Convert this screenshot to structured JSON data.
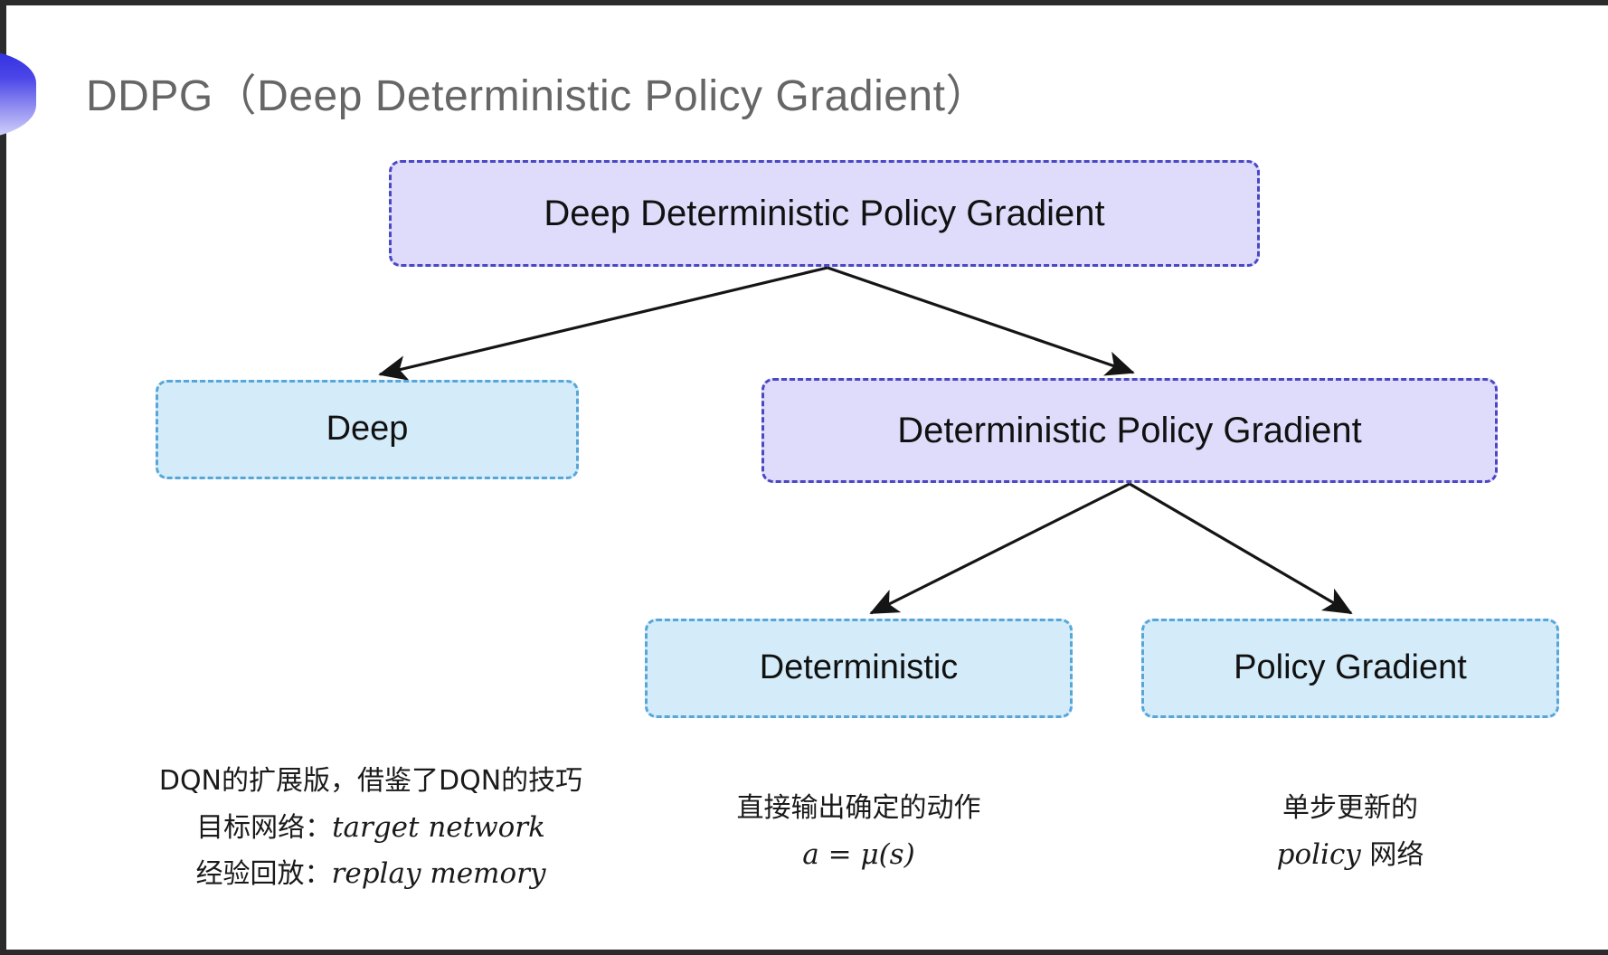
{
  "slide": {
    "title": "DDPG（Deep Deterministic Policy Gradient）",
    "bullet_icon": "half-circle-gradient-icon",
    "background_color": "#ffffff",
    "accent_color": "#4b47c4",
    "title_color": "#666666"
  },
  "diagram": {
    "type": "tree",
    "nodes": [
      {
        "id": "root",
        "label": "Deep Deterministic Policy Gradient",
        "level": 0,
        "fill": "#dedcfa",
        "border": "#4b47c4",
        "style": "dashed"
      },
      {
        "id": "deep",
        "label": "Deep",
        "level": 1,
        "fill": "#d4ecf9",
        "border": "#56a6d8",
        "style": "dashed"
      },
      {
        "id": "dpg",
        "label": "Deterministic Policy Gradient",
        "level": 1,
        "fill": "#dedcfa",
        "border": "#4b47c4",
        "style": "dashed"
      },
      {
        "id": "deterministic",
        "label": "Deterministic",
        "level": 2,
        "fill": "#d4ecf9",
        "border": "#56a6d8",
        "style": "dashed"
      },
      {
        "id": "policy_gradient",
        "label": "Policy Gradient",
        "level": 2,
        "fill": "#d4ecf9",
        "border": "#56a6d8",
        "style": "dashed"
      }
    ],
    "edges": [
      {
        "from": "root",
        "to": "deep"
      },
      {
        "from": "root",
        "to": "dpg"
      },
      {
        "from": "dpg",
        "to": "deterministic"
      },
      {
        "from": "dpg",
        "to": "policy_gradient"
      }
    ]
  },
  "captions": {
    "deep": {
      "line1": "DQN的扩展版，借鉴了DQN的技巧",
      "line2_label": "目标网络：",
      "line2_term": "target network",
      "line3_label": "经验回放：",
      "line3_term": "replay memory"
    },
    "deterministic": {
      "line1": "直接输出确定的动作",
      "line2_formula": "a = μ(s)"
    },
    "policy_gradient": {
      "line1": "单步更新的",
      "line2_term": "policy",
      "line2_suffix": " 网络"
    }
  }
}
